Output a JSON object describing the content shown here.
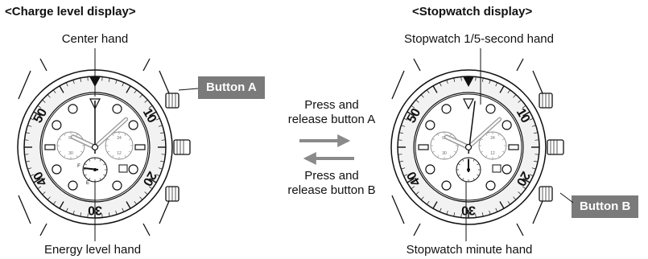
{
  "panels": {
    "left": {
      "title": "<Charge level display>",
      "top_label": "Center hand",
      "bottom_label": "Energy level hand",
      "button_label": "Button A"
    },
    "right": {
      "title": "<Stopwatch display>",
      "top_label": "Stopwatch 1/5-second hand",
      "bottom_label": "Stopwatch minute hand",
      "button_label": "Button B"
    }
  },
  "middle": {
    "press_a_line1": "Press and",
    "press_a_line2": "release button A",
    "press_b_line1": "Press and",
    "press_b_line2": "release button B"
  },
  "bezel_numbers": [
    "10",
    "20",
    "30",
    "40",
    "50"
  ],
  "dial": {
    "subdial_marks": [
      "60",
      "30",
      "24",
      "12",
      "6"
    ],
    "energy_marks": [
      "F",
      "E"
    ]
  },
  "colors": {
    "badge": "#7a7a7a",
    "arrow": "#8a8a8a",
    "ink": "#111111"
  }
}
